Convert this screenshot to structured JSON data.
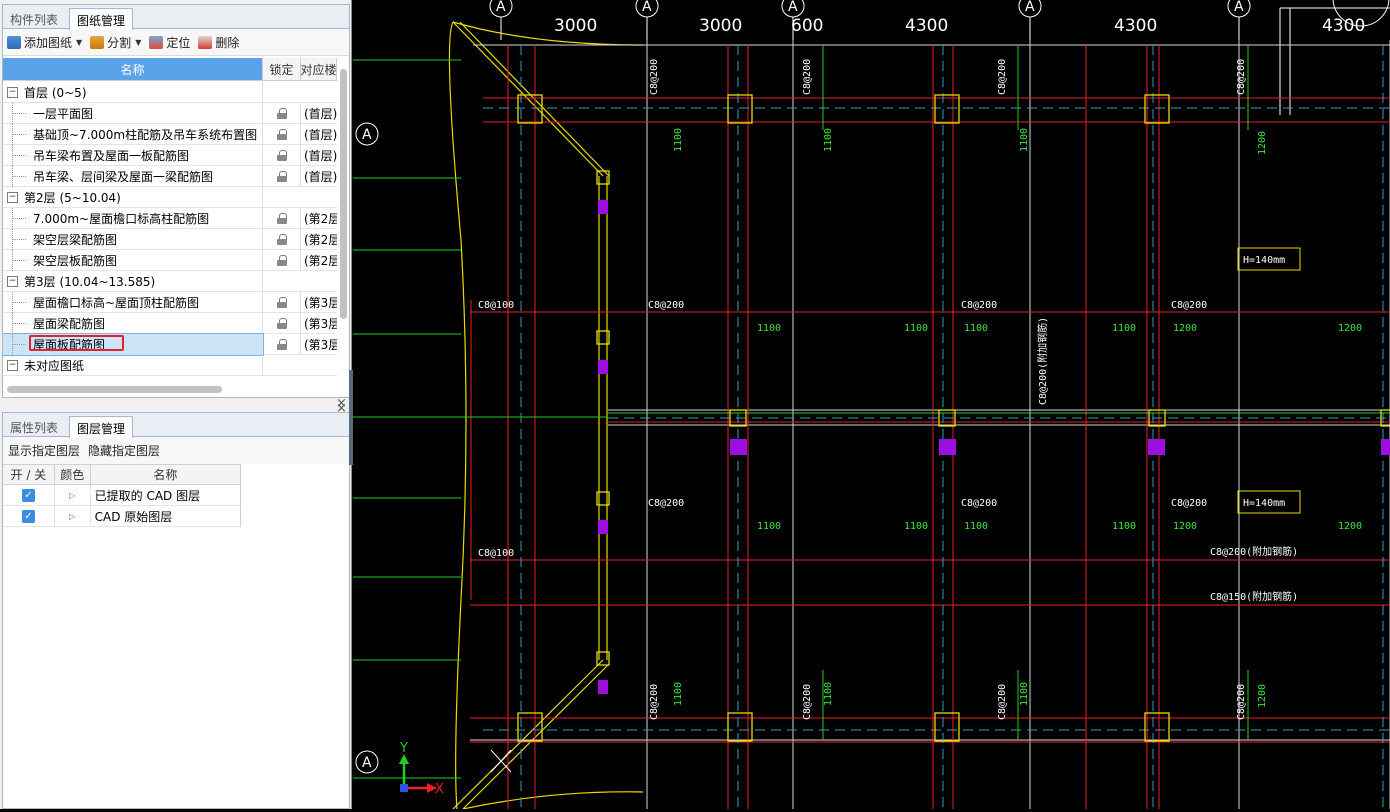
{
  "drawing_panel": {
    "tabs": [
      "构件列表",
      "图纸管理"
    ],
    "close_glyph": "×",
    "toolbar": {
      "add": "添加图纸",
      "split": "分割",
      "locate": "定位",
      "delete": "删除"
    },
    "columns": {
      "name": "名称",
      "lock": "锁定",
      "corr": "对应楼"
    },
    "groups": [
      {
        "label": "首层 (0~5)",
        "items": [
          {
            "name": "一层平面图",
            "corr": "(首层)"
          },
          {
            "name": "基础顶~7.000m柱配筋及吊车系统布置图",
            "corr": "(首层)"
          },
          {
            "name": "吊车梁布置及屋面一板配筋图",
            "corr": "(首层)"
          },
          {
            "name": "吊车梁、层间梁及屋面一梁配筋图",
            "corr": "(首层)"
          }
        ]
      },
      {
        "label": "第2层 (5~10.04)",
        "items": [
          {
            "name": "7.000m~屋面檐口标高柱配筋图",
            "corr": "(第2层"
          },
          {
            "name": "架空层梁配筋图",
            "corr": "(第2层"
          },
          {
            "name": "架空层板配筋图",
            "corr": "(第2层"
          }
        ]
      },
      {
        "label": "第3层 (10.04~13.585)",
        "items": [
          {
            "name": "屋面檐口标高~屋面顶柱配筋图",
            "corr": "(第3层"
          },
          {
            "name": "屋面梁配筋图",
            "corr": "(第3层"
          },
          {
            "name": "屋面板配筋图",
            "corr": "(第3层"
          }
        ]
      },
      {
        "label": "未对应图纸",
        "items": []
      }
    ],
    "selected_item": "屋面板配筋图"
  },
  "layer_panel": {
    "tabs": [
      "属性列表",
      "图层管理"
    ],
    "close_glyph": "×",
    "toolbar": {
      "show": "显示指定图层",
      "hide": "隐藏指定图层"
    },
    "columns": {
      "onoff": "开 / 关",
      "color": "颜色",
      "name": "名称"
    },
    "layers": [
      {
        "name": "已提取的 CAD 图层",
        "on": true
      },
      {
        "name": "CAD 原始图层",
        "on": true
      }
    ]
  },
  "cad": {
    "axis_label": "A",
    "dims": [
      "3000",
      "3000",
      "600",
      "4300",
      "4300",
      "4300"
    ],
    "notes": [
      "C8@100",
      "C8@200",
      "H=140mm",
      "C8@200(附加钢筋)",
      "C8@150(附加钢筋)",
      "C8@100",
      "1100",
      "1200"
    ],
    "ucs": {
      "x": "X",
      "y": "Y"
    }
  },
  "colors": {
    "accent": "#5ba3e8",
    "red_line": "#e8202a",
    "green_line": "#22cc22",
    "yellow": "#f2e600",
    "magenta": "#9b10e0",
    "cyan": "#2aa0c8"
  },
  "icons": [
    "add-drawing-icon",
    "split-icon",
    "locate-icon",
    "delete-icon",
    "lock-icon",
    "checkbox-icon",
    "expand-triangle-icon"
  ]
}
